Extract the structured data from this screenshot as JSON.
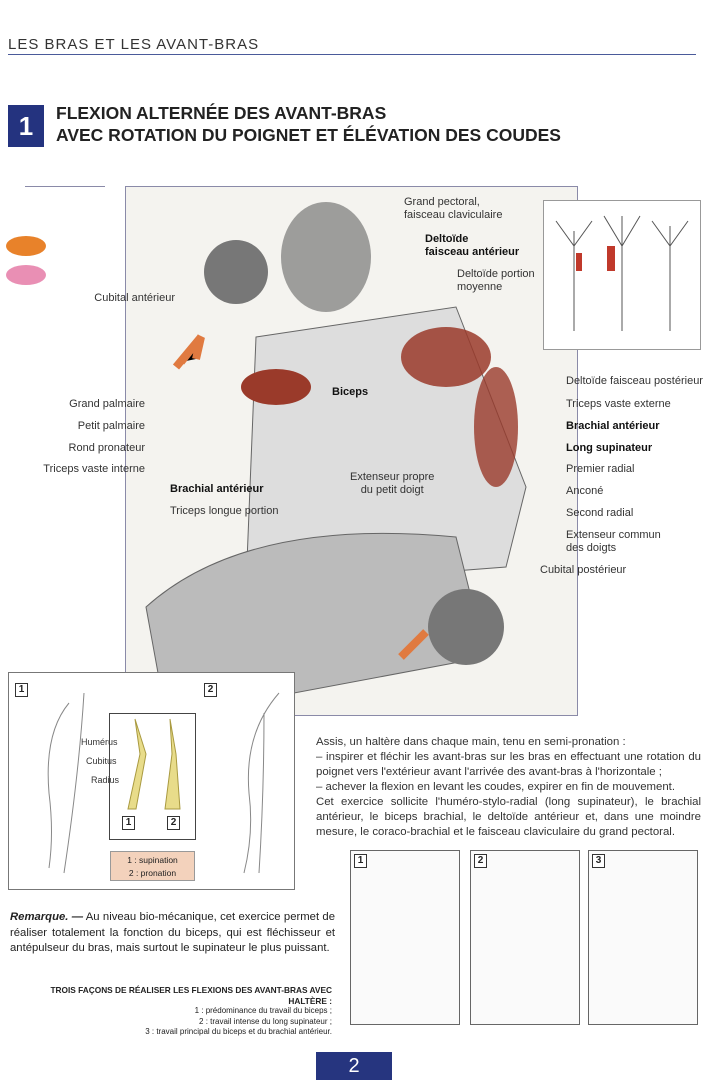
{
  "header": "LES BRAS ET LES AVANT-BRAS",
  "exercise": {
    "number": "1",
    "title_line1": "FLEXION ALTERNÉE DES AVANT-BRAS",
    "title_line2": "AVEC ROTATION DU POIGNET ET ÉLÉVATION DES COUDES"
  },
  "labels": {
    "grand_pectoral": "Grand pectoral,",
    "grand_pectoral2": "faisceau claviculaire",
    "deltoide_ant": "Deltoïde",
    "deltoide_ant2": "faisceau antérieur",
    "deltoide_moy": "Deltoïde portion",
    "deltoide_moy2": "moyenne",
    "cubital_ant": "Cubital antérieur",
    "biceps": "Biceps",
    "grand_palmaire": "Grand palmaire",
    "petit_palmaire": "Petit palmaire",
    "rond_pronateur": "Rond pronateur",
    "triceps_interne": "Triceps vaste interne",
    "brachial_ant_left": "Brachial antérieur",
    "triceps_longue": "Triceps longue portion",
    "extenseur_propre": "Extenseur propre",
    "extenseur_propre2": "du petit doigt",
    "deltoide_post": "Deltoïde faisceau postérieur",
    "triceps_externe": "Triceps vaste externe",
    "brachial_ant": "Brachial antérieur",
    "long_supinateur": "Long supinateur",
    "premier_radial": "Premier radial",
    "ancone": "Anconé",
    "second_radial": "Second radial",
    "extenseur_commun": "Extenseur commun",
    "extenseur_commun2": "des doigts",
    "cubital_post": "Cubital postérieur"
  },
  "inset": {
    "n1": "1",
    "n2": "2",
    "humerus": "Humérus",
    "cubitus": "Cubitus",
    "radius": "Radius",
    "legend1": "1 : supination",
    "legend2": "2 : pronation"
  },
  "description": [
    "Assis, un haltère dans chaque main, tenu en semi-pronation :",
    "– inspirer et fléchir les avant-bras sur les bras en effectuant une rotation du poignet vers l'extérieur avant l'arrivée des avant-bras à l'horizontale ;",
    "– achever la flexion en levant les coudes, expirer en fin de mouvement.",
    "Cet exercice sollicite l'huméro-stylo-radial (long supinateur), le brachial antérieur, le biceps brachial, le deltoïde antérieur et, dans une moindre mesure, le coraco-brachial et le faisceau claviculaire du grand pectoral."
  ],
  "photos": [
    "1",
    "2",
    "3"
  ],
  "remarque": {
    "label": "Remarque. —",
    "text": " Au niveau bio-mécanique, cet exercice permet de réaliser totalement la fonction du biceps, qui est fléchisseur et antépulseur du bras, mais surtout le supinateur le plus puissant."
  },
  "trois": {
    "heading": "TROIS FAÇONS DE RÉALISER LES FLEXIONS DES AVANT-BRAS AVEC HALTÈRE :",
    "items": [
      "1 : prédominance du travail du biceps ;",
      "2 : travail intense du long supinateur ;",
      "3 : travail principal du biceps et du brachial antérieur."
    ]
  },
  "page_number": "2",
  "colors": {
    "accent": "#24337f",
    "muscle": "#9a3a2a",
    "dot1": "#e8822a",
    "dot2": "#e98fb4"
  }
}
